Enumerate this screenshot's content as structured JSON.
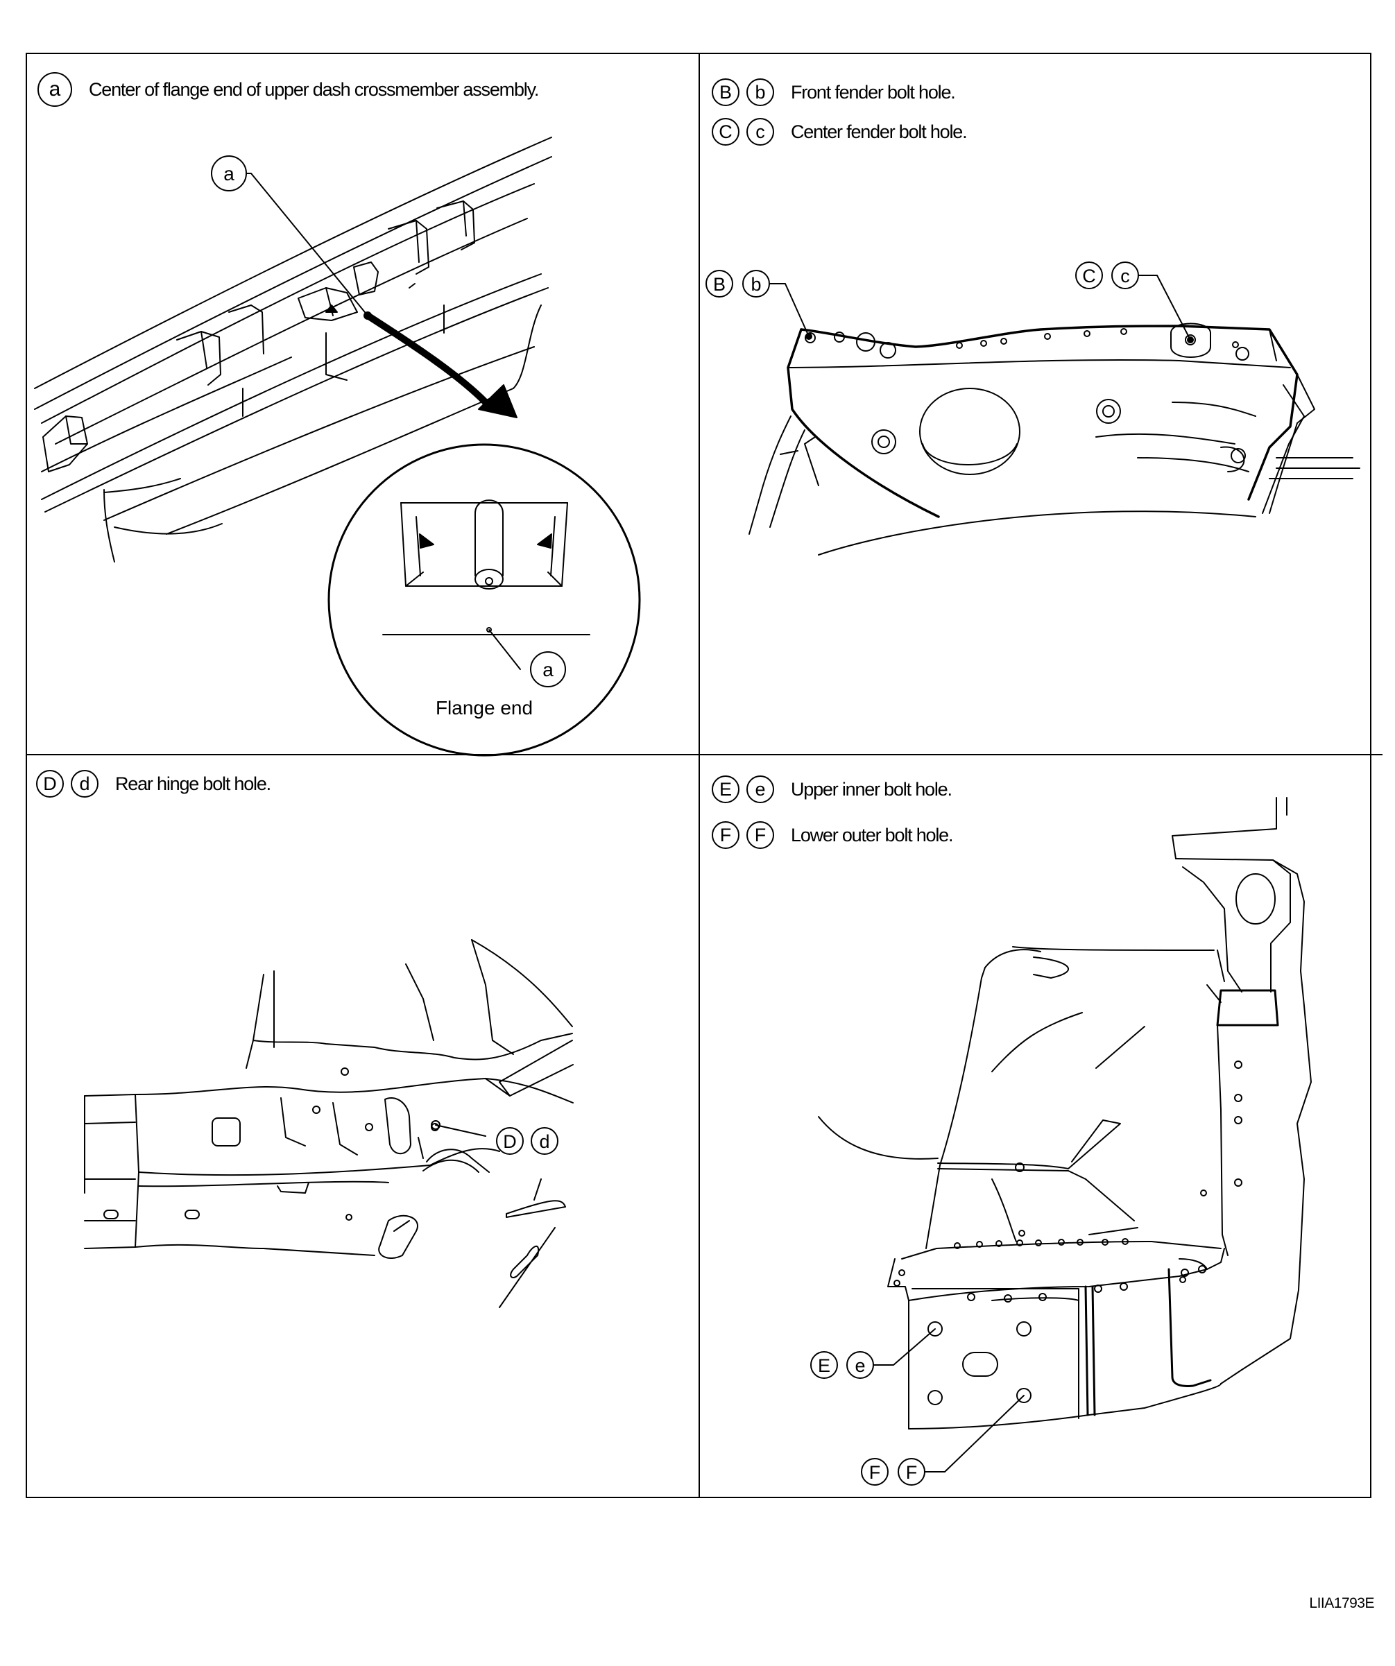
{
  "panels": [
    {
      "callouts": [
        {
          "symbols": [
            "a"
          ],
          "text": "Center of flange end of upper dash crossmember assembly."
        }
      ],
      "inset_caption": "Flange end",
      "labels": [
        "a",
        "a"
      ]
    },
    {
      "callouts": [
        {
          "symbols": [
            "B",
            "b"
          ],
          "text": "Front fender bolt hole."
        },
        {
          "symbols": [
            "C",
            "c"
          ],
          "text": "Center fender bolt hole."
        }
      ],
      "labels": [
        "B",
        "b",
        "C",
        "c"
      ]
    },
    {
      "callouts": [
        {
          "symbols": [
            "D",
            "d"
          ],
          "text": "Rear hinge bolt hole."
        }
      ],
      "labels": [
        "D",
        "d"
      ]
    },
    {
      "callouts": [
        {
          "symbols": [
            "E",
            "e"
          ],
          "text": "Upper inner bolt hole."
        },
        {
          "symbols": [
            "F",
            "F"
          ],
          "text": "Lower outer bolt hole."
        }
      ],
      "labels": [
        "E",
        "e",
        "F",
        "F"
      ]
    }
  ],
  "figure_code": "LIIA1793E"
}
